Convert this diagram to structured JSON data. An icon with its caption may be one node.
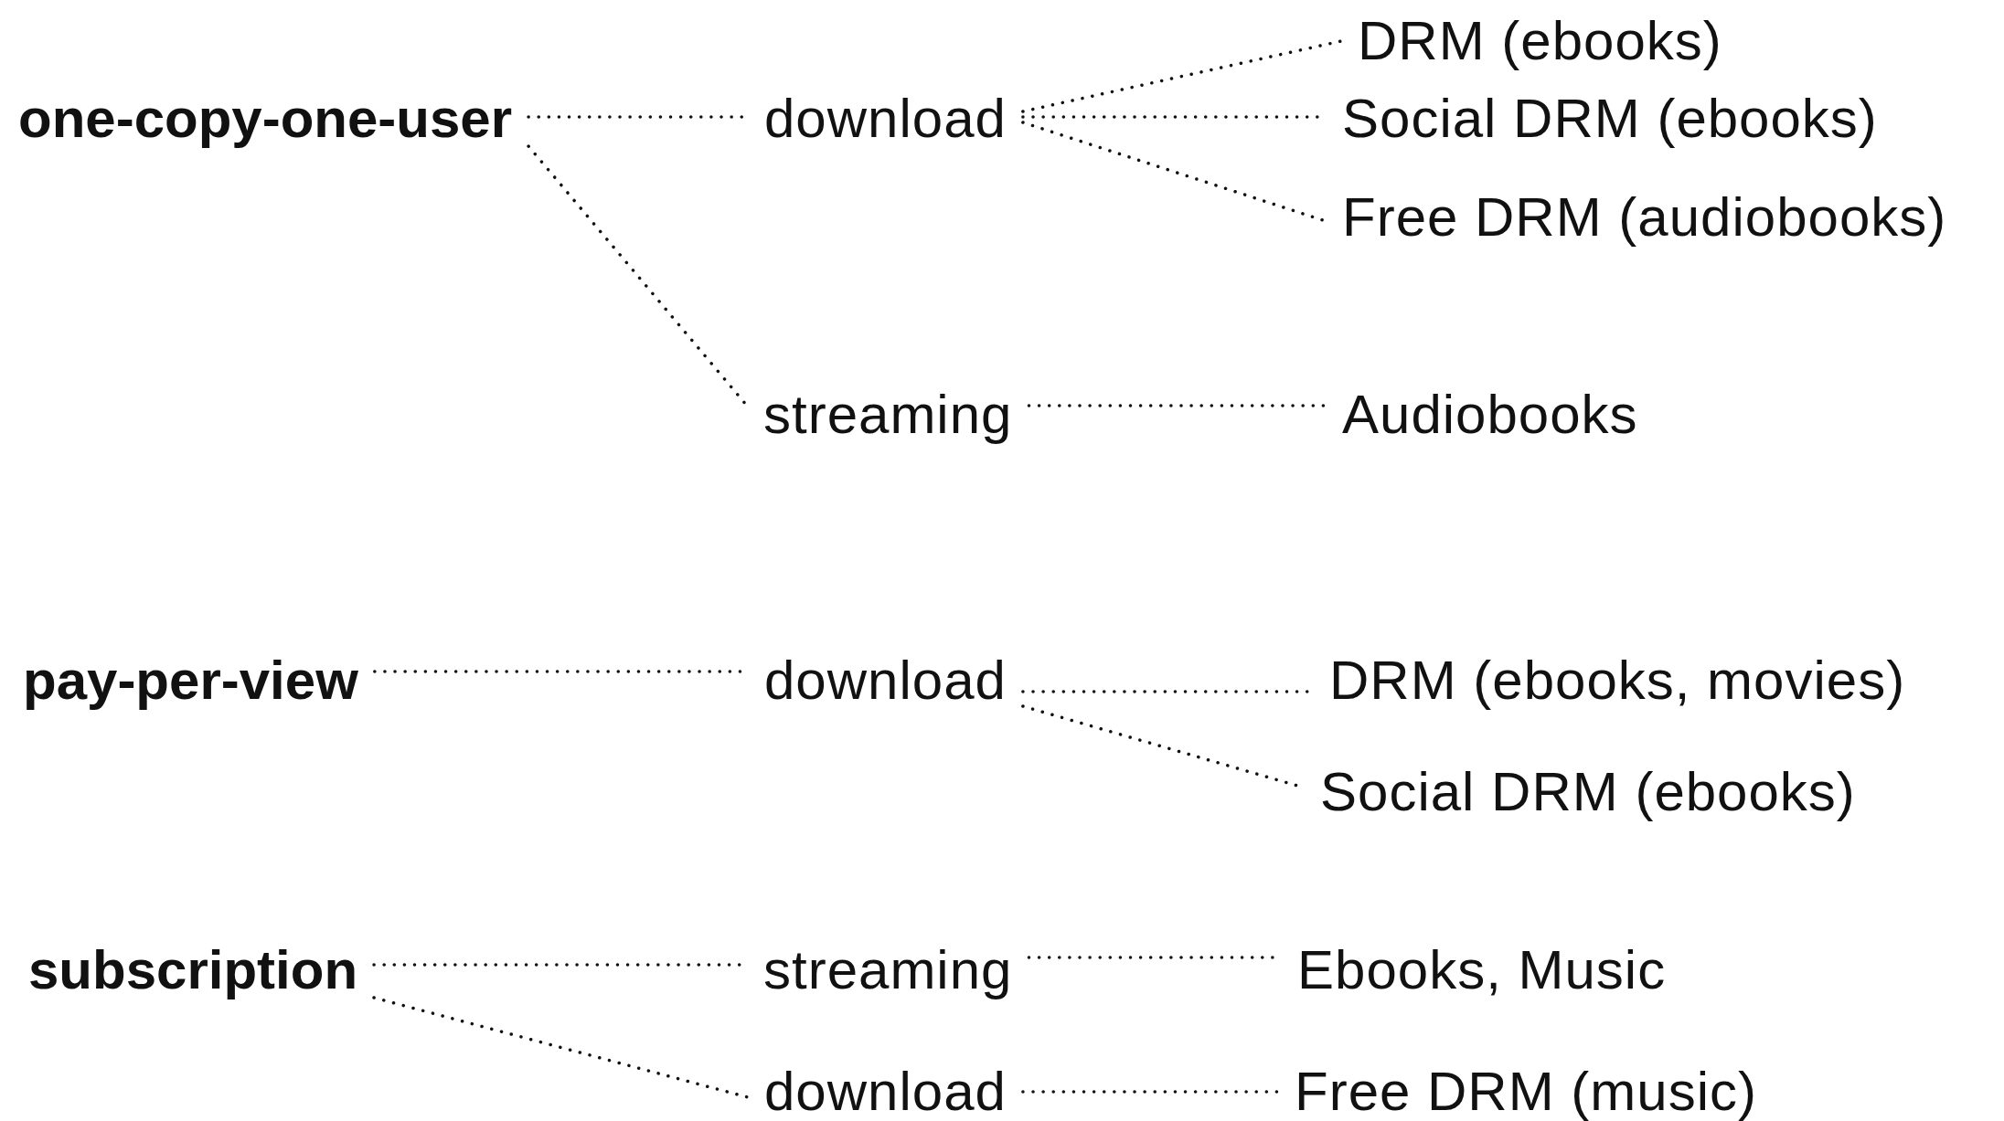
{
  "diagram": {
    "nodes": [
      {
        "text": [
          "one-copy-one-user"
        ]
      },
      {
        "text": [
          "download"
        ]
      },
      {
        "text": [
          "DRM (ebooks)"
        ]
      },
      {
        "text": [
          "Social DRM (ebooks)"
        ]
      },
      {
        "text": [
          "Free DRM (audiobooks)"
        ]
      },
      {
        "text": [
          "streaming"
        ]
      },
      {
        "text": [
          "Audiobooks"
        ]
      },
      {
        "text": [
          "pay-per-view"
        ]
      },
      {
        "text": [
          "download"
        ]
      },
      {
        "text": [
          "DRM (ebooks, movies)"
        ]
      },
      {
        "text": [
          "Social DRM (ebooks)"
        ]
      },
      {
        "text": [
          "subscription"
        ]
      },
      {
        "text": [
          "streaming"
        ]
      },
      {
        "text": [
          "Ebooks, Music"
        ]
      },
      {
        "text": [
          "download"
        ]
      },
      {
        "text": [
          "Free DRM (music)"
        ]
      }
    ],
    "edges": [
      {
        "from": 0,
        "to": 1,
        "arrow": "none"
      },
      {
        "from": 1,
        "to": 2,
        "arrow": "none"
      },
      {
        "from": 1,
        "to": 3,
        "arrow": "none"
      },
      {
        "from": 1,
        "to": 4,
        "arrow": "none"
      },
      {
        "from": 0,
        "to": 5,
        "arrow": "none"
      },
      {
        "from": 5,
        "to": 6,
        "arrow": "none"
      },
      {
        "from": 7,
        "to": 8,
        "arrow": "none"
      },
      {
        "from": 8,
        "to": 9,
        "arrow": "none"
      },
      {
        "from": 8,
        "to": 10,
        "arrow": "none"
      },
      {
        "from": 11,
        "to": 12,
        "arrow": "none"
      },
      {
        "from": 12,
        "to": 13,
        "arrow": "none"
      },
      {
        "from": 11,
        "to": 14,
        "arrow": "none"
      },
      {
        "from": 14,
        "to": 15,
        "arrow": "none"
      }
    ]
  }
}
